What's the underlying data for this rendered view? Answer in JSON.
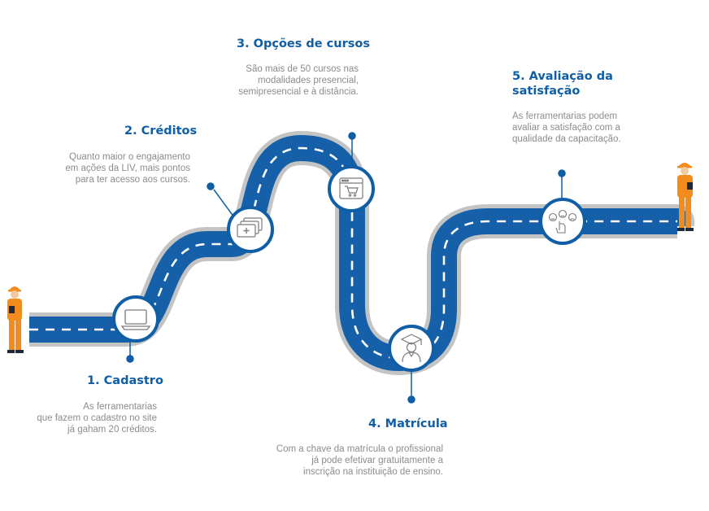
{
  "colors": {
    "accent": "#0f5ea6",
    "road": "#1560a8",
    "road_edge": "#c4c4c4",
    "description_text": "#8c8c8c",
    "worker_uniform": "#f28c1c"
  },
  "steps": [
    {
      "title": "1. Cadastro",
      "description": "As ferramentarias\nque fazem o cadastro no site\njá gaham 20 créditos.",
      "icon": "laptop-icon"
    },
    {
      "title": "2. Créditos",
      "description": "Quanto maior o engajamento\nem ações da LIV, mais pontos\npara ter acesso aos cursos.",
      "icon": "cards-icon"
    },
    {
      "title": "3. Opções de cursos",
      "description": "São mais de 50 cursos nas\nmodalidades presencial,\nsemipresencial e à distância.",
      "icon": "browser-cart-icon"
    },
    {
      "title": "4. Matrícula",
      "description": "Com a chave da matrícula o profissional\njá pode efetivar gratuitamente a\ninscrição na instituição de ensino.",
      "icon": "graduate-icon"
    },
    {
      "title": "5. Avaliação da\nsatisfação",
      "description": "As ferramentarias podem\navaliar a satisfação com a\nqualidade da capacitação.",
      "icon": "satisfaction-faces-icon"
    }
  ],
  "figures": [
    {
      "icon": "worker-icon"
    },
    {
      "icon": "worker-icon"
    }
  ]
}
